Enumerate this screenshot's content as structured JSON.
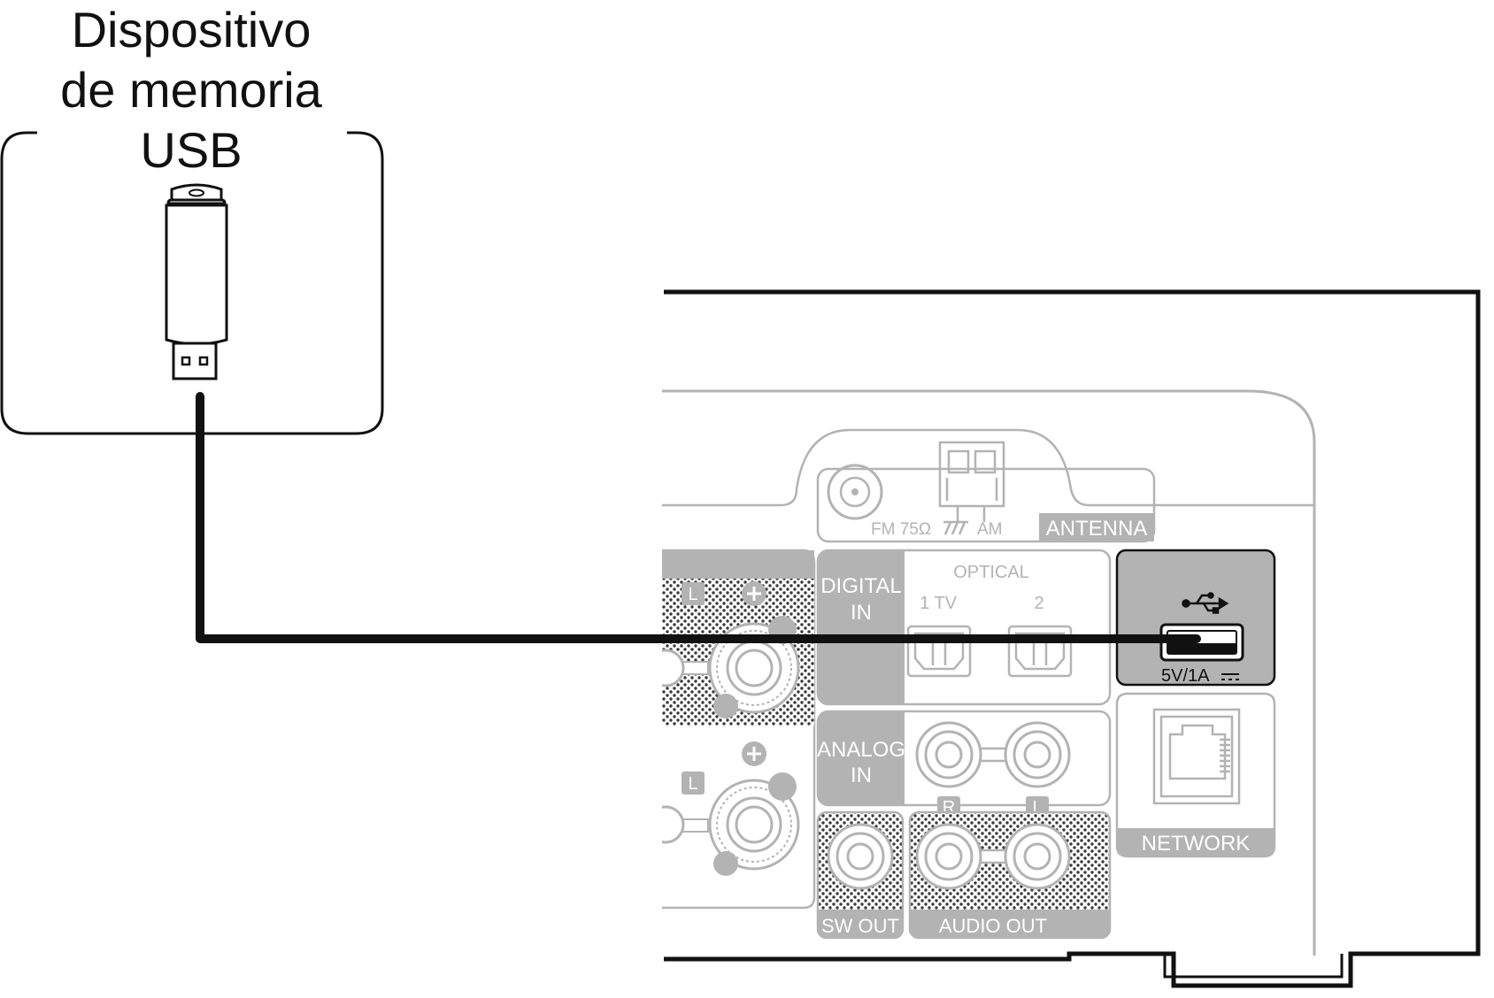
{
  "usb_device": {
    "title_lines": [
      "Dispositivo",
      "de memoria",
      "USB"
    ]
  },
  "panel": {
    "antenna": {
      "fm_label": "FM 75Ω",
      "am_label": "AM",
      "section_label": "ANTENNA"
    },
    "digital_in": {
      "label_line1": "DIGITAL",
      "label_line2": "IN",
      "group_label": "OPTICAL",
      "port1_label": "1 TV",
      "port2_label": "2"
    },
    "usb_port": {
      "symbol_icon": "usb-symbol-icon",
      "rating_label": "5V/1A"
    },
    "analog_in": {
      "label_line1": "ANALOG",
      "label_line2": "IN",
      "right_channel": "R",
      "left_channel": "L"
    },
    "network": {
      "label": "NETWORK"
    },
    "sw_out": {
      "label": "SW OUT"
    },
    "audio_out": {
      "label": "AUDIO OUT"
    },
    "speaker": {
      "channel_upper": "L",
      "channel_lower": "L",
      "polarity_plus": "+"
    }
  },
  "colors": {
    "line": "#111111",
    "panel_outline": "#b3b3b3",
    "label_fill": "#b3b3b3",
    "usb_block_fill": "#b3b3b3",
    "label_text": "#ffffff"
  }
}
